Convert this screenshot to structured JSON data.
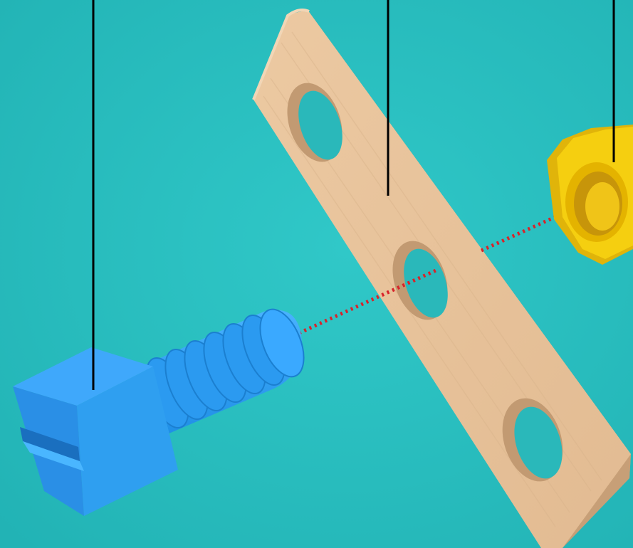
{
  "scene": {
    "background_color": "#2bbfc0",
    "parts": [
      {
        "name": "bolt",
        "color": "#2f9ff0"
      },
      {
        "name": "wooden-plate",
        "color": "#e8c49c"
      },
      {
        "name": "hex-nut",
        "color": "#f5cf10"
      }
    ],
    "assembly_line_color": "#d8232a",
    "leader_line_color": "#000000"
  }
}
